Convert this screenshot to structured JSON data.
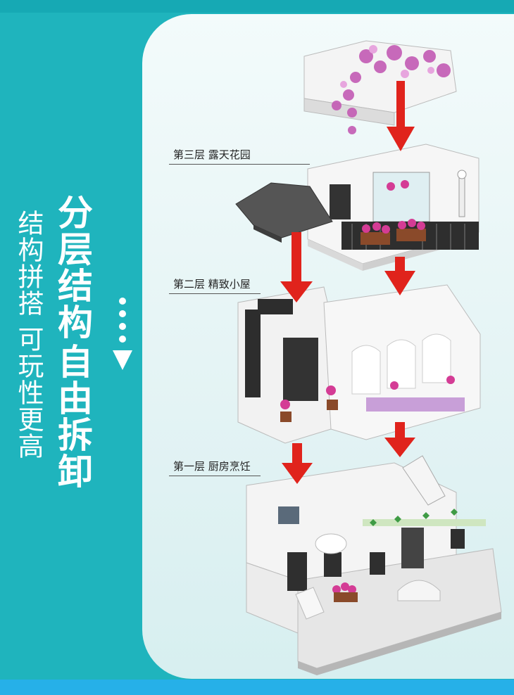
{
  "side_text": {
    "subtitle": "结构拼搭 可玩性更高",
    "title_line1": "分层结构",
    "title_line2": "自由拆卸"
  },
  "layers": [
    {
      "label": "第三层 露天花园"
    },
    {
      "label": "第二层 精致小屋"
    },
    {
      "label": "第一层 厨房烹饪"
    }
  ],
  "colors": {
    "background": "#1fb4bd",
    "panel": "#eaf7f7",
    "arrow": "#e0231c",
    "flower": "#c35bb4"
  },
  "icons": [
    "dots-down-arrow-icon",
    "red-down-arrow-icon"
  ]
}
